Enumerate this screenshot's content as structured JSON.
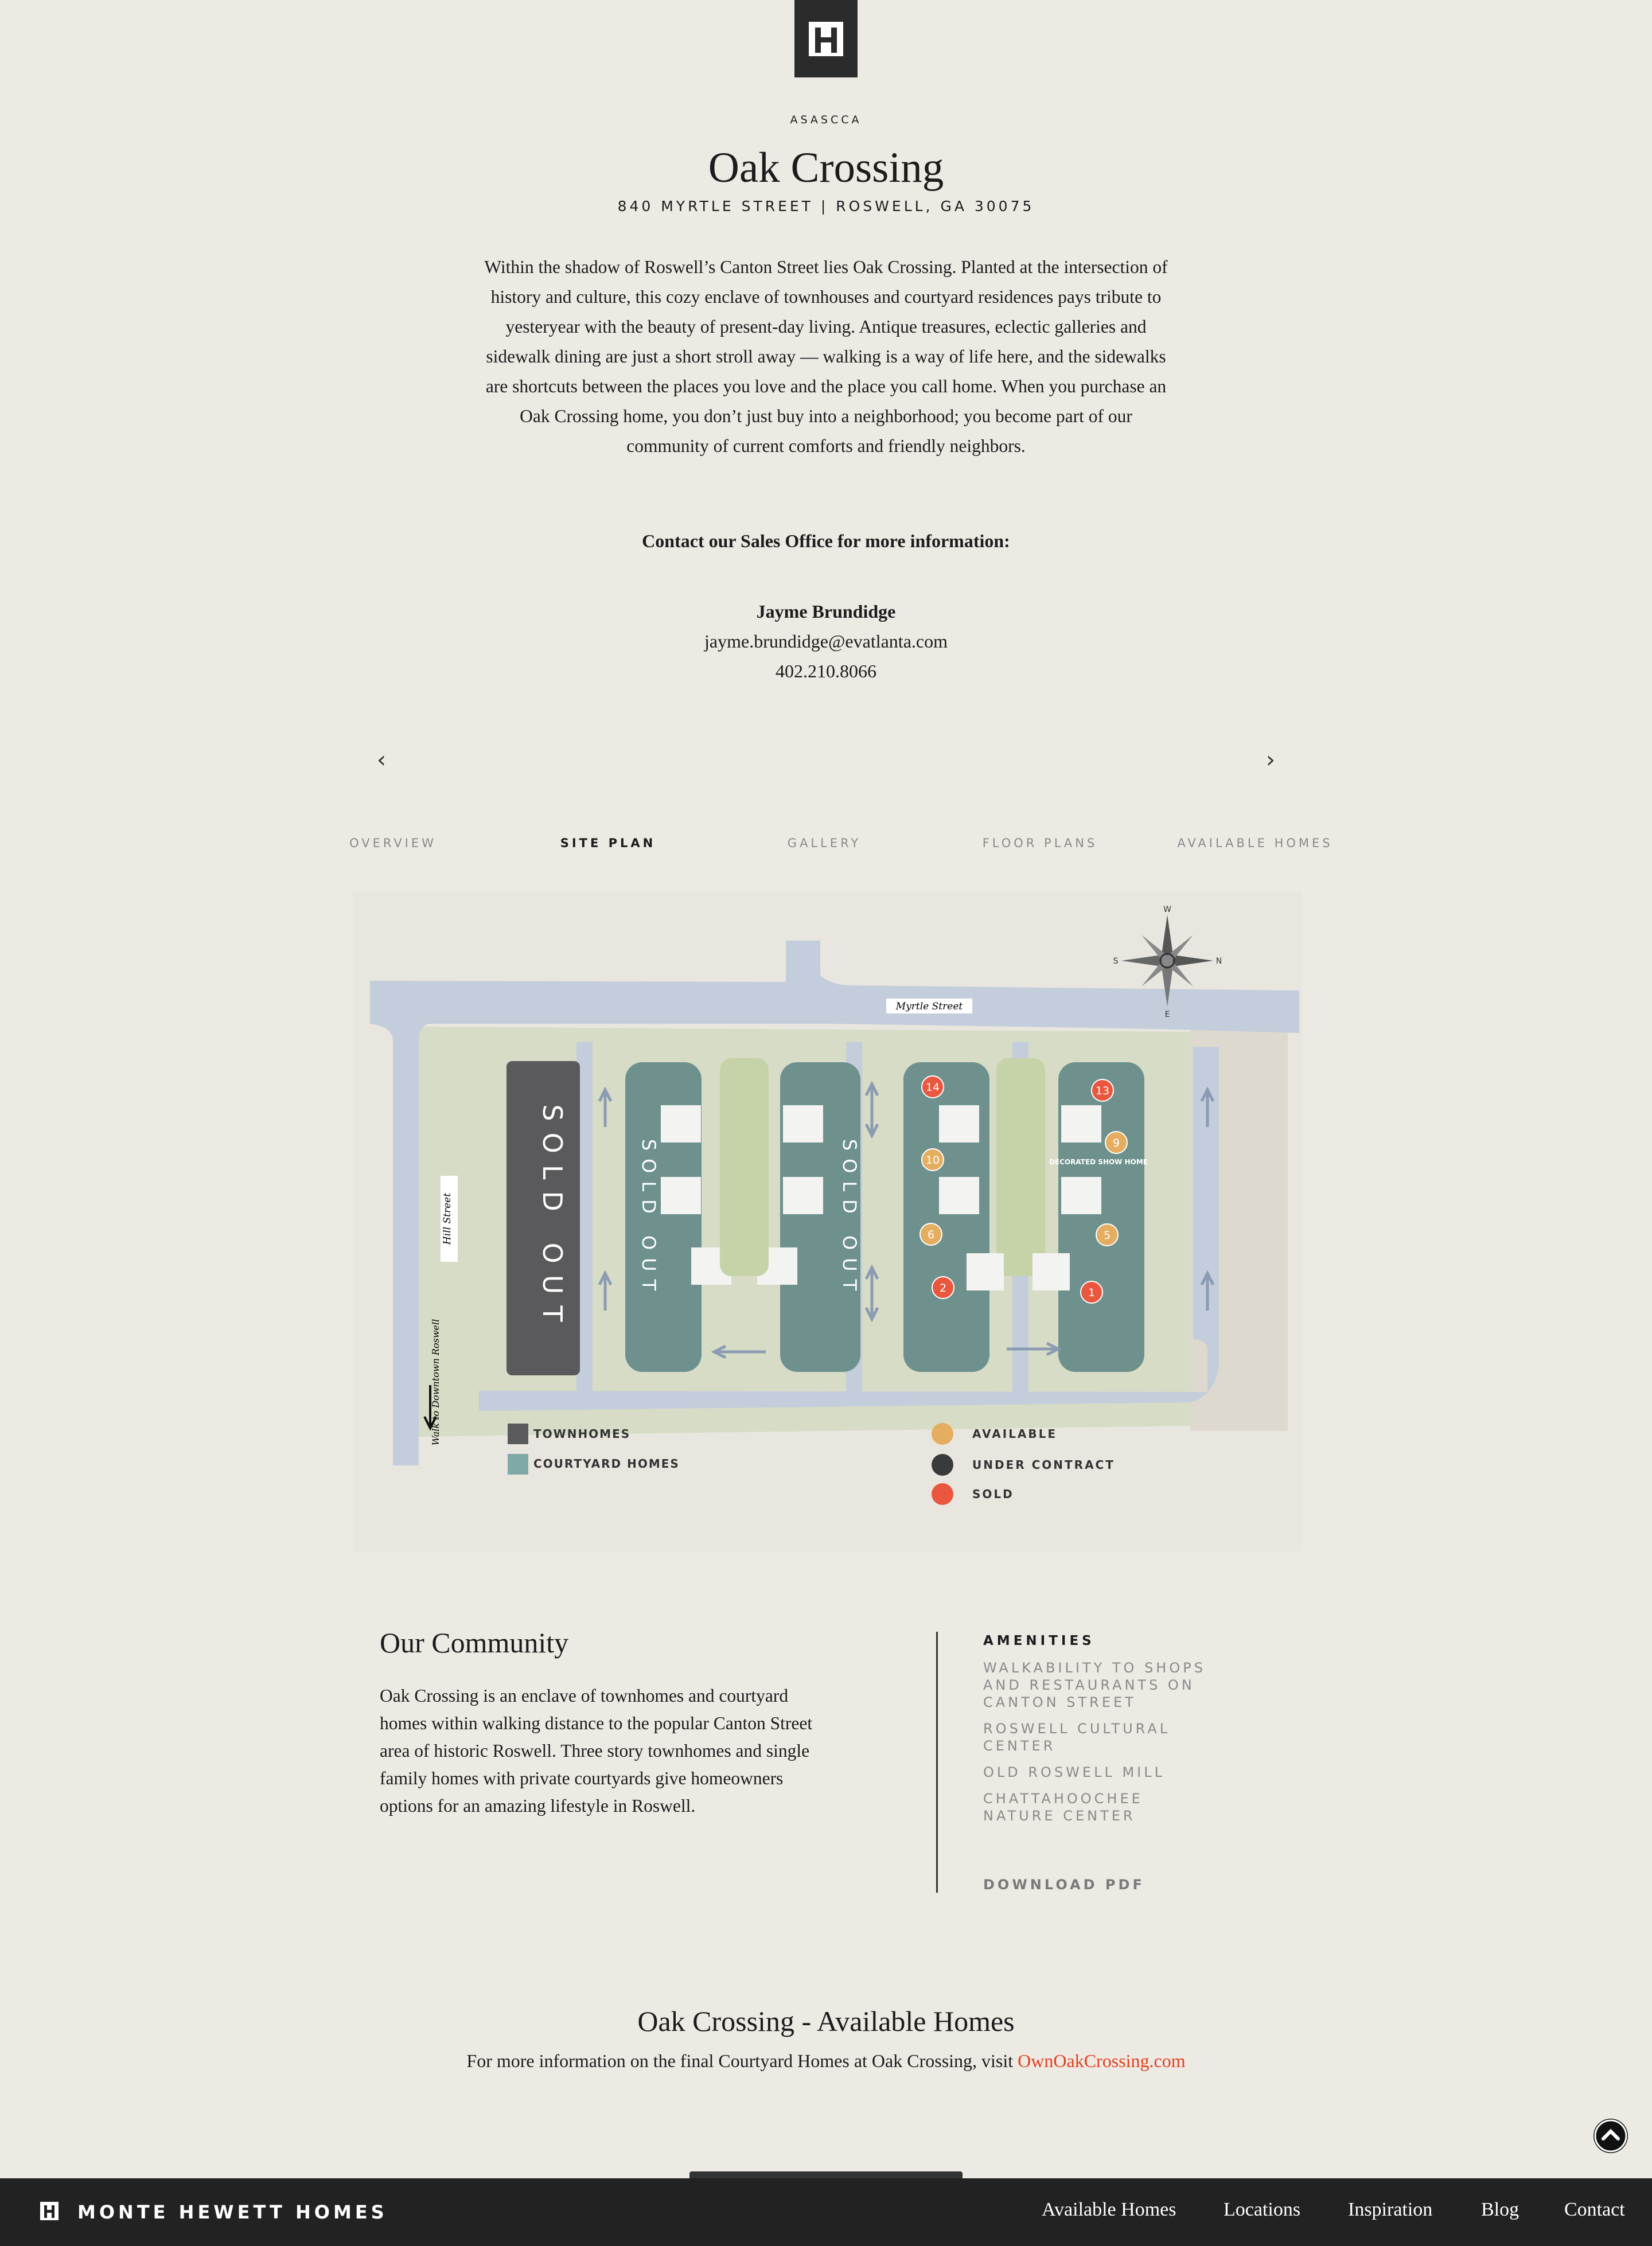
{
  "header": {
    "brand_small": "ASASCCA",
    "title": "Oak Crossing",
    "address": "840 MYRTLE STREET | ROSWELL, GA 30075"
  },
  "intro": "Within the shadow of Roswell’s Canton Street lies Oak Crossing. Planted at the intersection of history and culture, this cozy enclave of townhouses and courtyard residences pays tribute to yesteryear with the beauty of present-day living. Antique treasures, eclectic galleries and sidewalk dining are just a short stroll away — walking is a way of life here, and the sidewalks are shortcuts between the places you love and the place you call home. When you purchase an Oak Crossing home, you don’t just buy into a neighborhood; you become part of our community of current comforts and friendly neighbors.",
  "contact": {
    "heading": "Contact our Sales Office for more information:",
    "name": "Jayme Brundidge",
    "email": "jayme.brundidge@evatlanta.com",
    "phone": "402.210.8066"
  },
  "carousel": {
    "prev_icon": "chevron-left-icon",
    "next_icon": "chevron-right-icon",
    "prev": "‹",
    "next": "›"
  },
  "tabs": [
    {
      "label": "OVERVIEW",
      "active": false
    },
    {
      "label": "SITE PLAN",
      "active": true
    },
    {
      "label": "GALLERY",
      "active": false
    },
    {
      "label": "FLOOR PLANS",
      "active": false
    },
    {
      "label": "AVAILABLE HOMES",
      "active": false
    }
  ],
  "site_plan": {
    "street_myrtle": "Myrtle Street",
    "street_hill": "Hill Street",
    "walk_label": "Walk to Downtown Roswell",
    "sold_out": "SOLD OUT",
    "show_home": "DECORATED SHOW HOME",
    "compass": {
      "n": "N",
      "s": "S",
      "e": "E",
      "w": "W"
    },
    "lots": [
      {
        "num": "14",
        "status": "sold"
      },
      {
        "num": "13",
        "status": "sold"
      },
      {
        "num": "10",
        "status": "available"
      },
      {
        "num": "9",
        "status": "available"
      },
      {
        "num": "6",
        "status": "available"
      },
      {
        "num": "5",
        "status": "available"
      },
      {
        "num": "2",
        "status": "sold"
      },
      {
        "num": "1",
        "status": "sold"
      }
    ],
    "legend_types": [
      {
        "label": "TOWNHOMES",
        "color": "#5a5a5c"
      },
      {
        "label": "COURTYARD HOMES",
        "color": "#7fa9a6"
      }
    ],
    "legend_status": [
      {
        "label": "AVAILABLE",
        "color": "#e4ad5f"
      },
      {
        "label": "UNDER CONTRACT",
        "color": "#3a3a3a"
      },
      {
        "label": "SOLD",
        "color": "#e8573e"
      }
    ]
  },
  "community": {
    "title": "Our Community",
    "text": "Oak Crossing is an enclave of townhomes and courtyard homes within walking distance to the popular Canton Street area of historic Roswell. Three story townhomes and single family homes with private courtyards give homeowners options for an amazing lifestyle in Roswell.",
    "amenities_heading": "AMENITIES",
    "amenities": [
      "Walkability to shops and restaurants on Canton Street",
      "Roswell Cultural Center",
      "Old Roswell Mill",
      "Chattahoochee Nature Center"
    ],
    "download_label": "DOWNLOAD PDF"
  },
  "available": {
    "title": "Oak Crossing - Available Homes",
    "text": "For more information on the final Courtyard Homes at Oak Crossing, visit ",
    "link": "OwnOakCrossing.com"
  },
  "footer": {
    "brand": "MONTE HEWETT HOMES",
    "nav": [
      "Available Homes",
      "Locations",
      "Inspiration",
      "Blog",
      "Contact"
    ]
  },
  "colors": {
    "background": "#edeae4",
    "footer": "#222222",
    "link": "#e0401f",
    "street": "#c3cddb",
    "grass": "#c6d3a8",
    "courtyard": "#6e918e",
    "townhome": "#5a5a5c"
  }
}
